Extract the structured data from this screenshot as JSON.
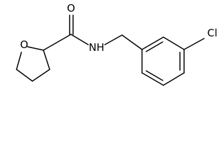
{
  "molecule": {
    "atoms": {
      "ring_oxygen": "O",
      "carbonyl_oxygen": "O",
      "amide_nitrogen": "NH",
      "chlorine": "Cl"
    }
  }
}
